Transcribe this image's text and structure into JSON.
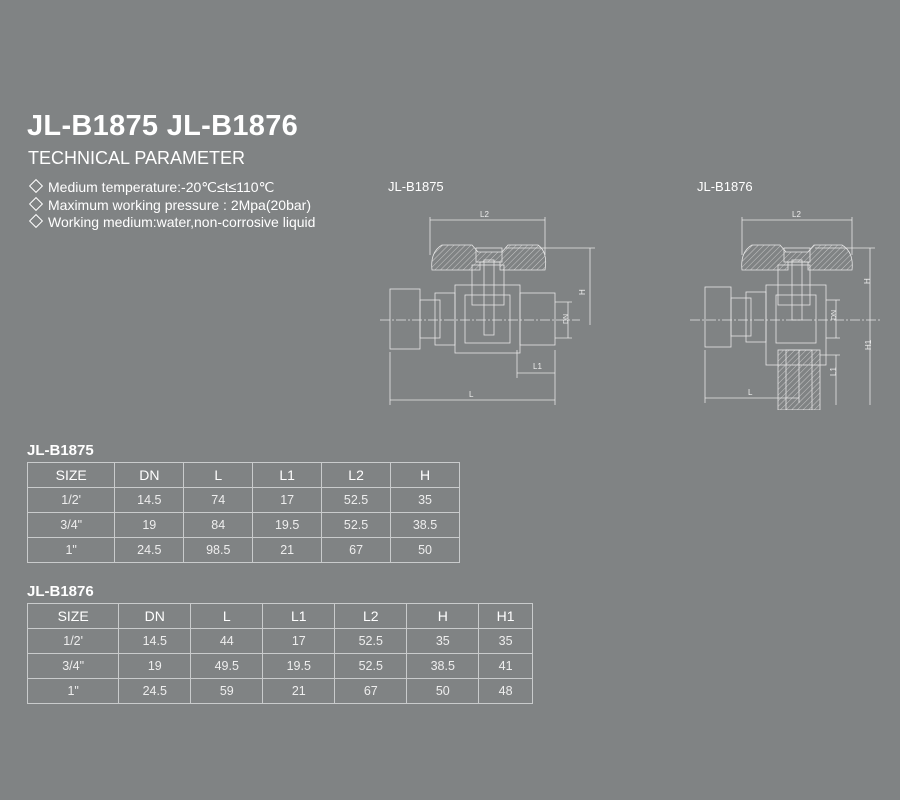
{
  "title": "JL-B1875 JL-B1876",
  "subtitle": "TECHNICAL PARAMETER",
  "parameters": [
    "Medium temperature:-20℃≤t≤110℃",
    "Maximum working pressure : 2Mpa(20bar)",
    "Working medium:water,non-corrosive liquid"
  ],
  "drawings": [
    {
      "label": "JL-B1875",
      "dims": {
        "L2": "L2",
        "H": "H",
        "DN": "DN",
        "L1": "L1",
        "L": "L"
      }
    },
    {
      "label": "JL-B1876",
      "dims": {
        "L2": "L2",
        "H": "H",
        "DN": "DN",
        "H1": "H1",
        "L1": "L1",
        "L": "L"
      }
    }
  ],
  "tables": [
    {
      "name": "JL-B1875",
      "headers": [
        "SIZE",
        "DN",
        "L",
        "L1",
        "L2",
        "H"
      ],
      "rows": [
        [
          "1/2'",
          "14.5",
          "74",
          "17",
          "52.5",
          "35"
        ],
        [
          "3/4\"",
          "19",
          "84",
          "19.5",
          "52.5",
          "38.5"
        ],
        [
          "1\"",
          "24.5",
          "98.5",
          "21",
          "67",
          "50"
        ]
      ]
    },
    {
      "name": "JL-B1876",
      "headers": [
        "SIZE",
        "DN",
        "L",
        "L1",
        "L2",
        "H",
        "H1"
      ],
      "rows": [
        [
          "1/2'",
          "14.5",
          "44",
          "17",
          "52.5",
          "35",
          "35"
        ],
        [
          "3/4\"",
          "19",
          "49.5",
          "19.5",
          "52.5",
          "38.5",
          "41"
        ],
        [
          "1\"",
          "24.5",
          "59",
          "21",
          "67",
          "50",
          "48"
        ]
      ]
    }
  ]
}
